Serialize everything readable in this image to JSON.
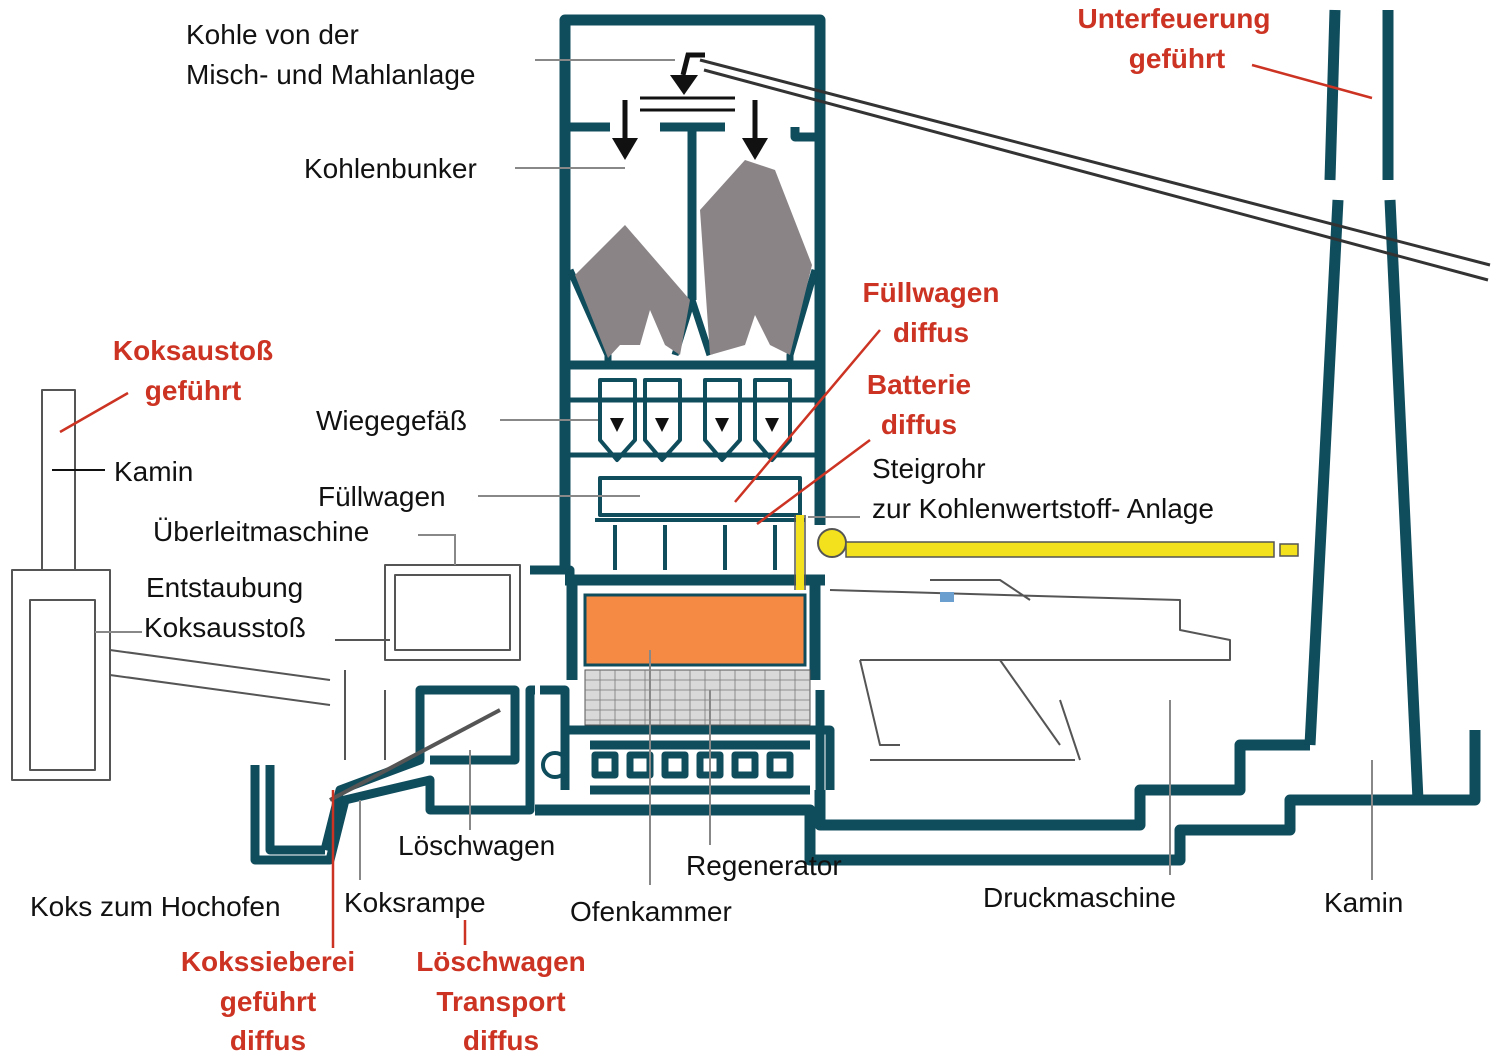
{
  "colors": {
    "structure": "#0f4c5c",
    "emission_label": "#cc3322",
    "coal": "#8a8486",
    "oven_chamber": "#f58a45",
    "riser_pipe": "#f2e11c",
    "leader_line": "#888888",
    "text": "#111111"
  },
  "labels": {
    "kohle_line1": "Kohle von der",
    "kohle_line2": "Misch- und Mahlanlage",
    "kohlenbunker": "Kohlenbunker",
    "wiegegefaess": "Wiegegefäß",
    "kamin_left": "Kamin",
    "fuellwagen": "Füllwagen",
    "ueberleitmaschine": "Überleitmaschine",
    "entstaubung_line1": "Entstaubung",
    "entstaubung_line2": "Koksausstoß",
    "steigrohr_line1": "Steigrohr",
    "steigrohr_line2": "zur Kohlenwertstoff- Anlage",
    "loeschwagen": "Löschwagen",
    "regenerator": "Regenerator",
    "koks_zum_hochofen": "Koks zum Hochofen",
    "koksrampe": "Koksrampe",
    "ofenkammer": "Ofenkammer",
    "druckmaschine": "Druckmaschine",
    "kamin_right": "Kamin"
  },
  "emissions": {
    "unterfeuerung_line1": "Unterfeuerung",
    "unterfeuerung_line2": "geführt",
    "koksausstoss_line1": "Koksaustoß",
    "koksausstoss_line2": "geführt",
    "fuellwagen_line1": "Füllwagen",
    "fuellwagen_line2": "diffus",
    "batterie_line1": "Batterie",
    "batterie_line2": "diffus",
    "kokssieberei_line1": "Kokssieberei",
    "kokssieberei_line2": "geführt",
    "kokssieberei_line3": "diffus",
    "loeschwagen_line1": "Löschwagen",
    "loeschwagen_line2": "Transport",
    "loeschwagen_line3": "diffus"
  }
}
